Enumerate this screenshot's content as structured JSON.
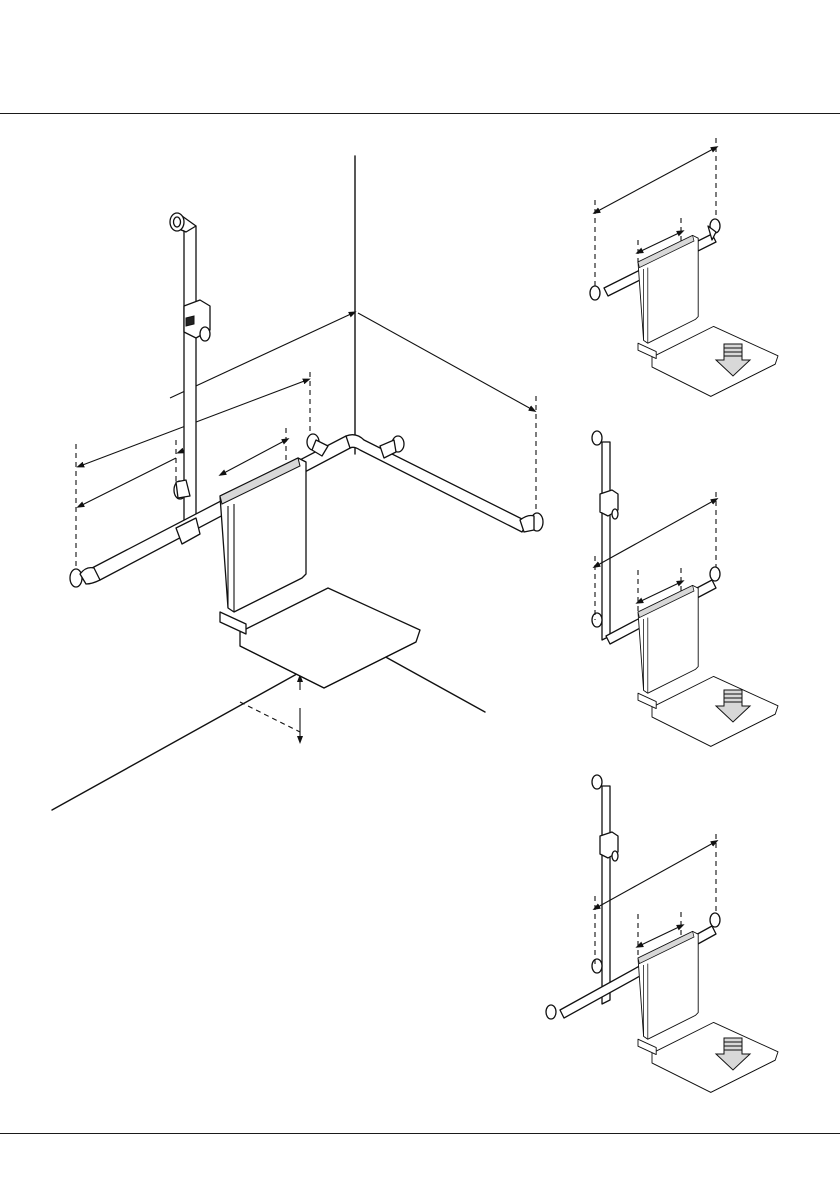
{
  "document": {
    "type": "installation drawing",
    "header_rule": true,
    "footer_rule": true
  },
  "main_view": {
    "items": [
      "wall-corner",
      "floor-lines",
      "vertical-shower-rail",
      "corner-grab-bar",
      "folding-shower-seat",
      "dimension-lines"
    ]
  },
  "variants": [
    {
      "items": [
        "grab-bar",
        "folding-shower-seat",
        "fold-down-arrow"
      ]
    },
    {
      "items": [
        "vertical-rail",
        "grab-bar",
        "folding-shower-seat",
        "fold-down-arrow"
      ]
    },
    {
      "items": [
        "vertical-rail",
        "t-shaped-grab-bar",
        "folding-shower-seat",
        "fold-down-arrow"
      ]
    }
  ],
  "icons": {
    "fold_arrow": "down-arrow-icon"
  },
  "colors": {
    "line": "#111111",
    "background": "#ffffff",
    "shade": "#d8d8d8"
  }
}
